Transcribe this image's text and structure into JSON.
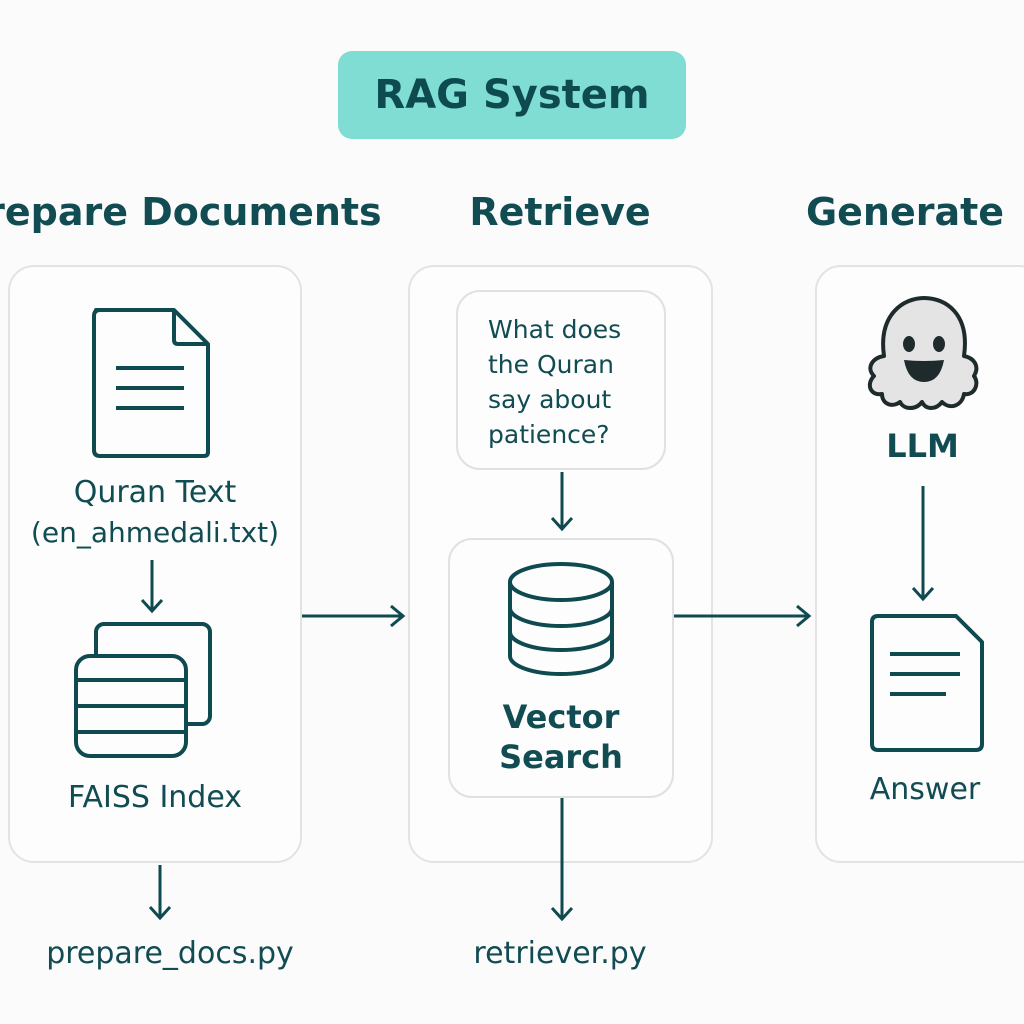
{
  "title": "RAG System",
  "columns": {
    "prepare": {
      "heading": "Prepare Documents",
      "doc_label": "Quran Text",
      "doc_file": "(en_ahmedali.txt)",
      "index_label": "FAISS Index",
      "script": "prepare_docs.py"
    },
    "retrieve": {
      "heading": "Retrieve",
      "query": "What does\nthe Quran\nsay about\npatience?",
      "search_label": "Vector\nSearch",
      "script": "retriever.py"
    },
    "generate": {
      "heading": "Generate",
      "llm_label": "LLM",
      "answer_label": "Answer"
    }
  },
  "colors": {
    "accent": "#80ddd4",
    "ink": "#0f4a50",
    "border": "#e3e3e3"
  },
  "icons": [
    "document-icon",
    "database-stack-icon",
    "database-icon",
    "ghost-icon",
    "answer-document-icon"
  ]
}
